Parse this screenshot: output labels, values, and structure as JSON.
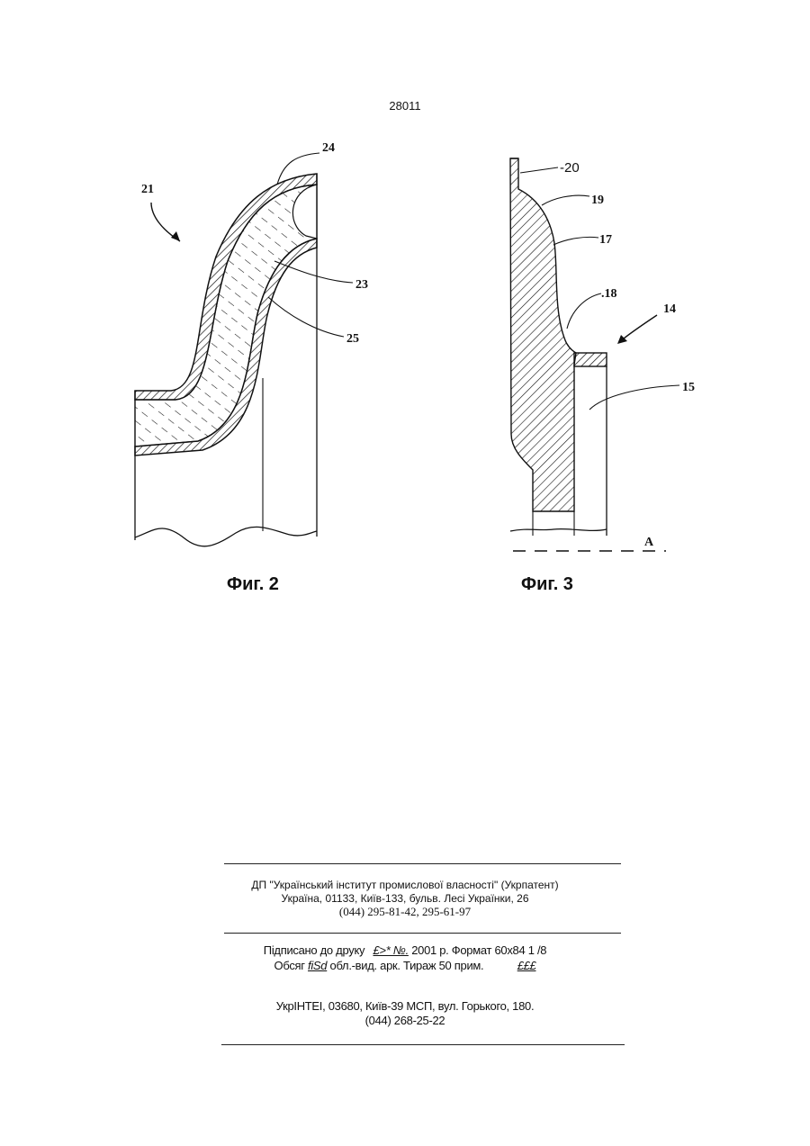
{
  "page_number": "28011",
  "figures": {
    "fig2": {
      "caption": "Фиг. 2",
      "labels": {
        "l21": "21",
        "l24": "24",
        "l23": "23",
        "l25": "25"
      }
    },
    "fig3": {
      "caption": "Фиг. 3",
      "labels": {
        "l20": "-20",
        "l19": "19",
        "l17": "17",
        "l18": ".18",
        "l14": "14",
        "l15": "15",
        "lA": "A"
      }
    }
  },
  "imprint": {
    "publisher_line1": "ДП \"Український інститут промислової власності\" (Укрпатент)",
    "publisher_line2": "Україна, 01133, Київ-133, бульв. Лесі Українки, 26",
    "publisher_line3": "(044) 295-81-42, 295-61-97",
    "sign_prefix": "Підписано до друку",
    "sign_date_mark": "£>* №.",
    "sign_suffix": "2001 р. Формат 60х84 1 /8",
    "volume_prefix": "Обсяг",
    "volume_mark": "fiSd",
    "volume_suffix": "обл.-вид. арк. Тираж 50 прим.",
    "volume_end_mark": "£££",
    "printer_line1": "УкрІНТЕІ, 03680, Київ-39 МСП, вул. Горького, 180.",
    "printer_line2": "(044) 268-25-22"
  }
}
